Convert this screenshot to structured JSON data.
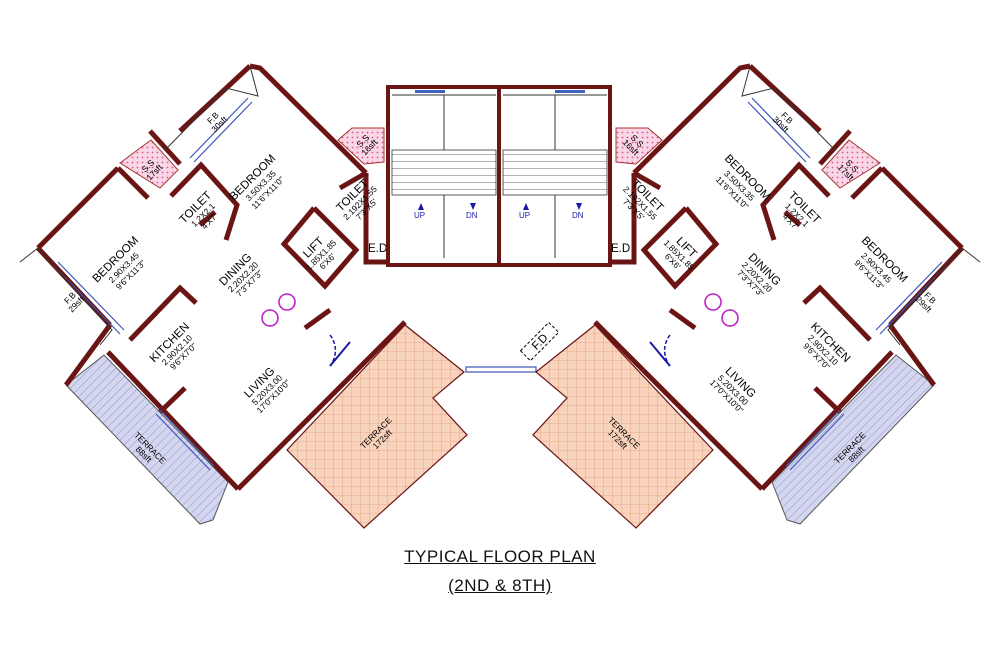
{
  "title": {
    "line1": "TYPICAL FLOOR PLAN",
    "line2": "(2ND & 8TH)"
  },
  "colors": {
    "wall": "#6b1414",
    "terrace_hatch": "#f6cdb4",
    "terrace_grid": "#d9865a",
    "side_terrace": "#c9cde6",
    "ss_fill": "#f5c6dc",
    "door_arc": "#1a1aa8",
    "window": "#4060c0",
    "symbol": "#c020c8"
  },
  "left_unit": {
    "bedroom_main": {
      "name": "BEDROOM",
      "size_m": "3.50X3.35",
      "size_ft": "11'6\"X11'0\""
    },
    "bedroom_side": {
      "name": "BEDROOM",
      "size_m": "2.90X3.45",
      "size_ft": "9'6\"X11'3\""
    },
    "toilet_small": {
      "name": "TOILET",
      "size_m": "1.2X2.1",
      "size_ft": "4'X7'"
    },
    "toilet_large": {
      "name": "TOILET",
      "size_m": "2.192X1.55",
      "size_ft": "7'3\"X5'"
    },
    "dining": {
      "name": "DINING",
      "size_m": "2.20X2.20",
      "size_ft": "7'3\"X7'3\""
    },
    "kitchen": {
      "name": "KITCHEN",
      "size_m": "2.90X2.10",
      "size_ft": "9'6\"X7'0\""
    },
    "living": {
      "name": "LIVING",
      "size_m": "5.20X3.00",
      "size_ft": "17'0\"X10'0\""
    },
    "lift": {
      "name": "LIFT",
      "size_m": "1.85X1.85",
      "size_ft": "6'X6'"
    },
    "fb_top": {
      "name": "F.B",
      "area": "30sft"
    },
    "fb_side": {
      "name": "F.B",
      "area": "29sft"
    },
    "ss_small": {
      "name": "S.S",
      "area": "17sft"
    },
    "ss_large": {
      "name": "S.S",
      "area": "16sft"
    },
    "terrace_side": {
      "name": "TERRACE",
      "area": "88sft"
    },
    "terrace_main": {
      "name": "TERRACE",
      "area": "172sft"
    },
    "ed": "E.D"
  },
  "right_unit": {
    "bedroom_main": {
      "name": "BEDROOM",
      "size_m": "3.50X3.35",
      "size_ft": "11'6\"X11'0\""
    },
    "bedroom_side": {
      "name": "BEDROOM",
      "size_m": "2.90X3.45",
      "size_ft": "9'6\"X11'3\""
    },
    "toilet_small": {
      "name": "TOILET",
      "size_m": "1.2X2.1",
      "size_ft": "4'X7'"
    },
    "toilet_large": {
      "name": "TOILET",
      "size_m": "2.192X1.55",
      "size_ft": "7'3\"X5'"
    },
    "dining": {
      "name": "DINING",
      "size_m": "2.20X2.20",
      "size_ft": "7'3\"X7'3\""
    },
    "kitchen": {
      "name": "KITCHEN",
      "size_m": "2.90X2.10",
      "size_ft": "9'6\"X7'0\""
    },
    "living": {
      "name": "LIVING",
      "size_m": "5.20X3.00",
      "size_ft": "17'0\"X10'0\""
    },
    "lift": {
      "name": "LIFT",
      "size_m": "1.85X1.85",
      "size_ft": "6'X6'"
    },
    "fb_top": {
      "name": "F.B",
      "area": "30sft"
    },
    "fb_side": {
      "name": "F.B",
      "area": "29sft"
    },
    "ss_small": {
      "name": "S.S",
      "area": "17sft"
    },
    "ss_large": {
      "name": "S.S",
      "area": "16sft"
    },
    "terrace_side": {
      "name": "TERRACE",
      "area": "88sft"
    },
    "terrace_main": {
      "name": "TERRACE",
      "area": "172sft"
    },
    "ed": "E.D"
  },
  "stairs": {
    "up": "UP",
    "dn": "DN"
  },
  "fire_duct": "F.D"
}
